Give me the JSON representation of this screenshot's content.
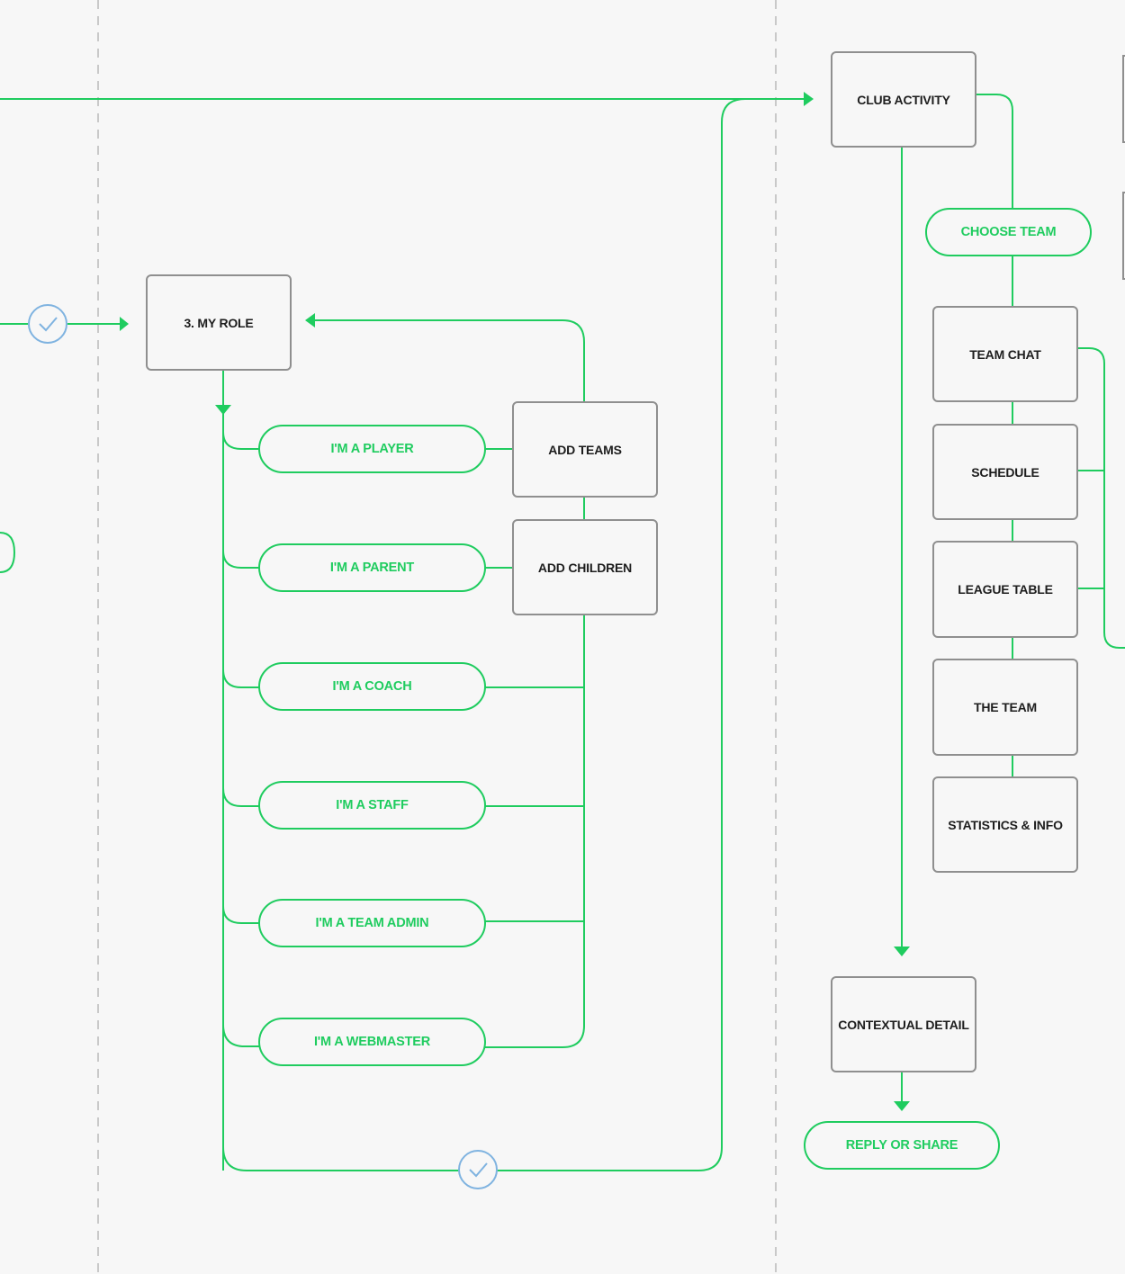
{
  "colors": {
    "accent": "#1fcc5f",
    "box_border": "#8f8f8f",
    "check": "#7fb3e0",
    "background": "#f7f7f7"
  },
  "boxes": {
    "club_activity": "CLUB ACTIVITY",
    "my_role": "3. MY ROLE",
    "add_teams": "ADD TEAMS",
    "add_children": "ADD CHILDREN",
    "team_chat": "TEAM CHAT",
    "schedule": "SCHEDULE",
    "league_table": "LEAGUE TABLE",
    "the_team": "THE TEAM",
    "statistics_info": "STATISTICS & INFO",
    "contextual_detail": "CONTEXTUAL DETAIL"
  },
  "pills": {
    "choose_team": "CHOOSE TEAM",
    "player": "I'M A PLAYER",
    "parent": "I'M A PARENT",
    "coach": "I'M A COACH",
    "staff": "I'M A STAFF",
    "team_admin": "I'M A TEAM ADMIN",
    "webmaster": "I'M A WEBMASTER",
    "reply_share": "REPLY OR SHARE"
  },
  "icons": {
    "checkpoint": "checkmark-circle-icon",
    "arrow": "arrowhead-icon"
  }
}
